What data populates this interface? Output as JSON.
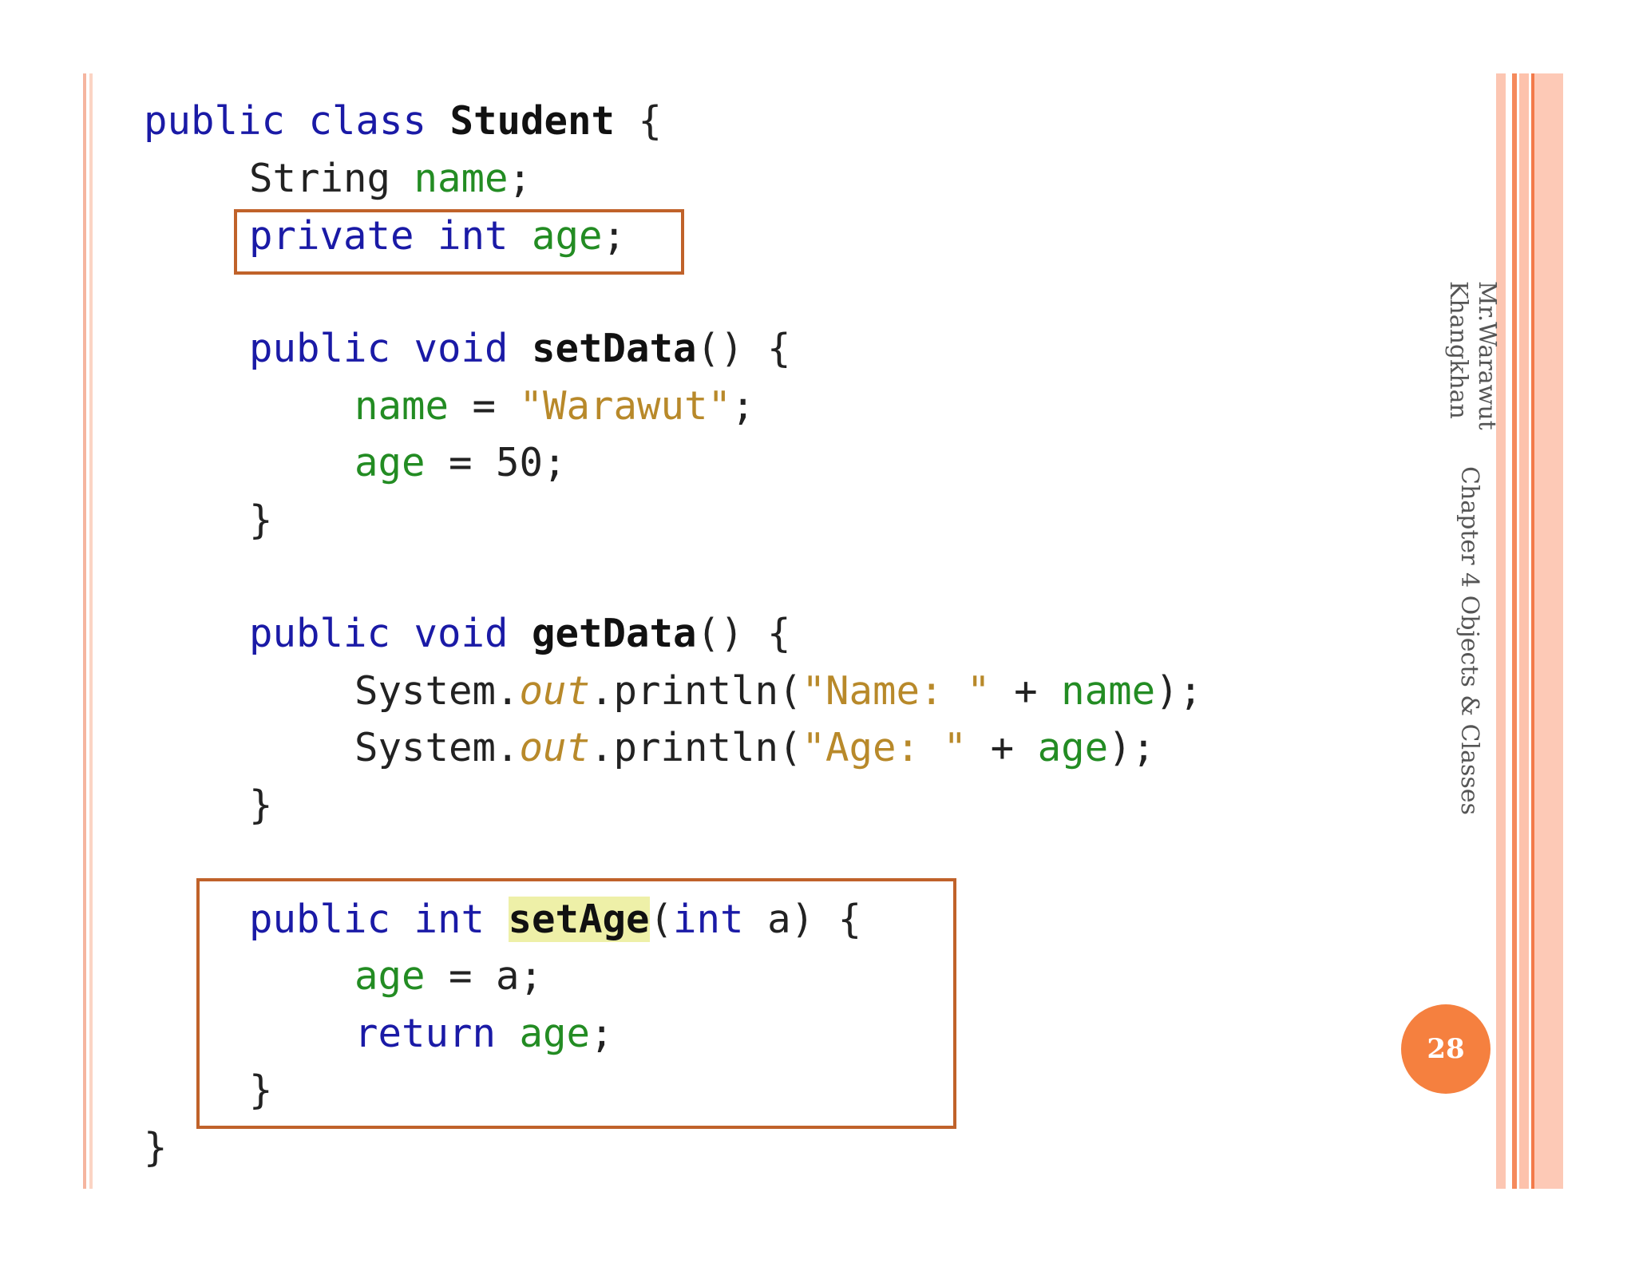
{
  "code": {
    "l1": {
      "a": "public class ",
      "b": "Student",
      "c": " {"
    },
    "l2": {
      "a": "String ",
      "b": "name",
      "c": ";"
    },
    "l3": {
      "a": "private int ",
      "b": "age",
      "c": ";"
    },
    "l4": {
      "a": "public void ",
      "b": "setData",
      "c": "() {"
    },
    "l5": {
      "a": "name",
      "b": " = ",
      "c": "\"Warawut\"",
      "d": ";"
    },
    "l6": {
      "a": "age",
      "b": " = 50;"
    },
    "l7": "}",
    "l8": {
      "a": "public void ",
      "b": "getData",
      "c": "() {"
    },
    "l9": {
      "a": "System.",
      "b": "out",
      "c": ".println(",
      "d": "\"Name: \"",
      "e": " + ",
      "f": "name",
      "g": ");"
    },
    "l10": {
      "a": "System.",
      "b": "out",
      "c": ".println(",
      "d": "\"Age: \"",
      "e": " + ",
      "f": "age",
      "g": ");"
    },
    "l11": "}",
    "l12": {
      "a": "public int ",
      "b": "setAge",
      "c": "(",
      "d": "int",
      "e": " a) {"
    },
    "l13": {
      "a": "age",
      "b": " = a;"
    },
    "l14": {
      "a": "return ",
      "b": "age",
      "c": ";"
    },
    "l15": "}",
    "l16": "}"
  },
  "footer": {
    "author": "Mr.Warawut\nKhangkhan",
    "chapter": "Chapter 4 Objects & Classes",
    "page_number": "28"
  },
  "colors": {
    "keyword": "#1a1aa6",
    "field": "#238c23",
    "string": "#b8892a",
    "highlight_box": "#c0622a",
    "badge": "#f5803f"
  }
}
